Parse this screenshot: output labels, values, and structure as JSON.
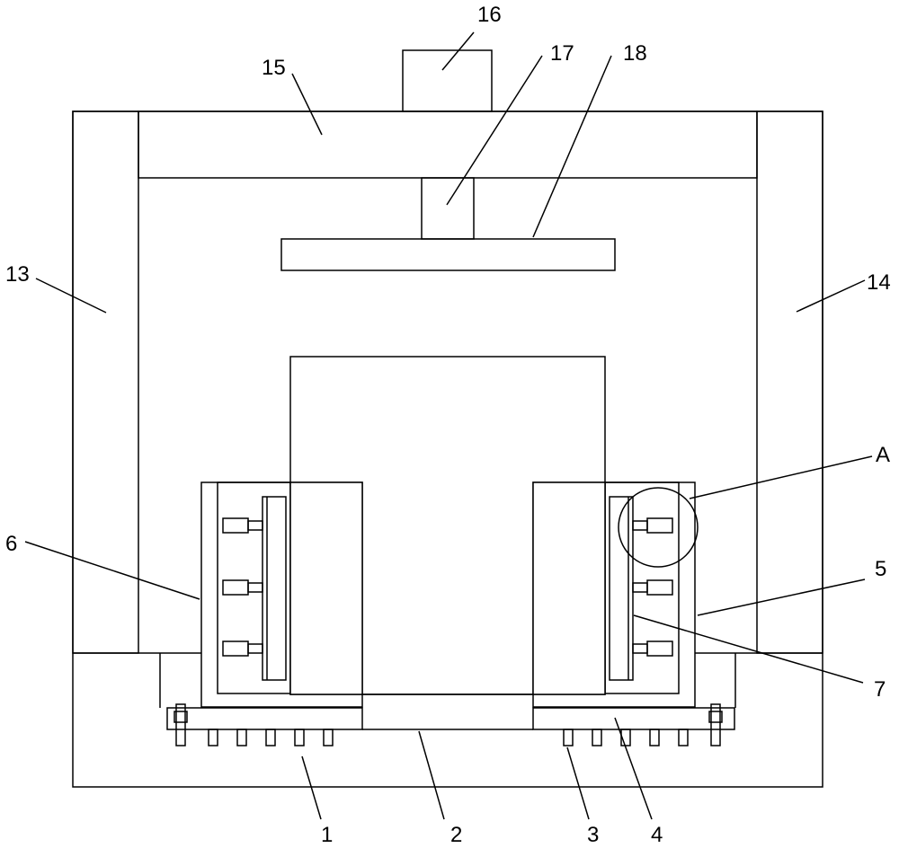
{
  "figure": {
    "labels": {
      "l1": "1",
      "l2": "2",
      "l3": "3",
      "l4": "4",
      "l5": "5",
      "l6": "6",
      "l7": "7",
      "l13": "13",
      "l14": "14",
      "l15": "15",
      "l16": "16",
      "l17": "17",
      "l18": "18",
      "lA": "A"
    },
    "colors": {
      "line": "#000000",
      "background": "#ffffff"
    }
  }
}
